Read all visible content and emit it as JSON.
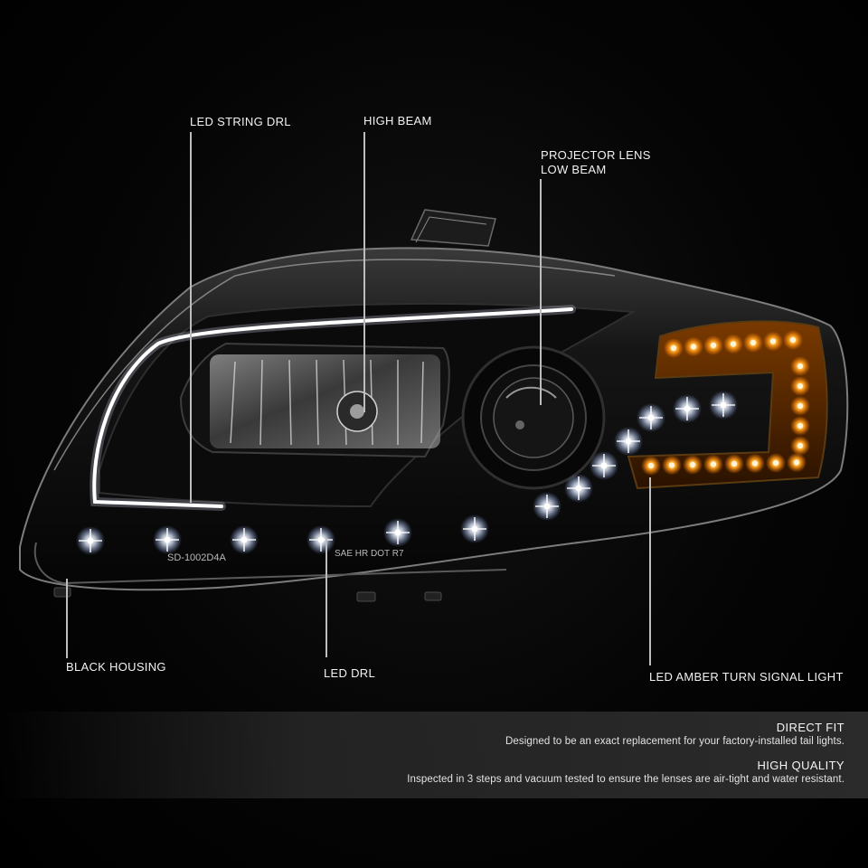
{
  "callouts": {
    "led_string_drl": "LED STRING DRL",
    "high_beam": "HIGH BEAM",
    "projector_lens_line1": "PROJECTOR LENS",
    "projector_lens_line2": "LOW BEAM",
    "black_housing": "BLACK HOUSING",
    "led_drl": "LED DRL",
    "led_amber_turn_signal": "LED AMBER TURN SIGNAL LIGHT"
  },
  "lens_markings": {
    "part_number": "SD-1002D4A",
    "certification": "SAE HR DOT R7"
  },
  "features": [
    {
      "title": "DIRECT FIT",
      "description": "Designed to be an exact replacement for your factory-installed tail lights."
    },
    {
      "title": "HIGH QUALITY",
      "description": "Inspected in 3 steps and vacuum tested to ensure the lenses are air-tight and water resistant."
    }
  ],
  "colors": {
    "background": "#000000",
    "housing": "#0d0d0d",
    "amber_led": "#ff9a1a",
    "white_led": "#ffffff",
    "panel": "#2b2b2b",
    "leader_line": "#bdbdbd"
  }
}
